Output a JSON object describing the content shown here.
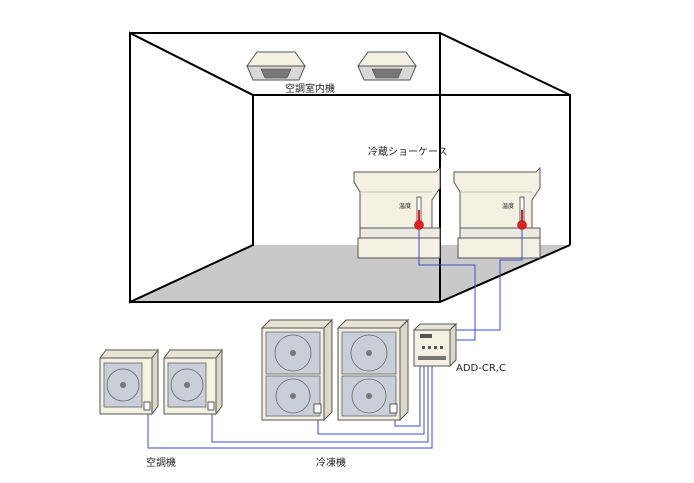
{
  "labels": {
    "indoor_ac": "空調室内機",
    "showcase": "冷蔵ショーケース",
    "temp_left": "温度",
    "temp_right": "温度",
    "controller": "ADD-CR,C",
    "outdoor_ac": "空調機",
    "refrigerator": "冷凍機"
  },
  "colors": {
    "wire": "#3a4ec8",
    "thermometer": "#e02020",
    "floor": "#c9c9c9",
    "unit_body": "#f4f0e2",
    "fan": "#c9cfd9"
  },
  "icons": [
    "ceiling-cassette-icon",
    "showcase-icon",
    "thermometer-icon",
    "outdoor-unit-icon",
    "controller-icon"
  ]
}
